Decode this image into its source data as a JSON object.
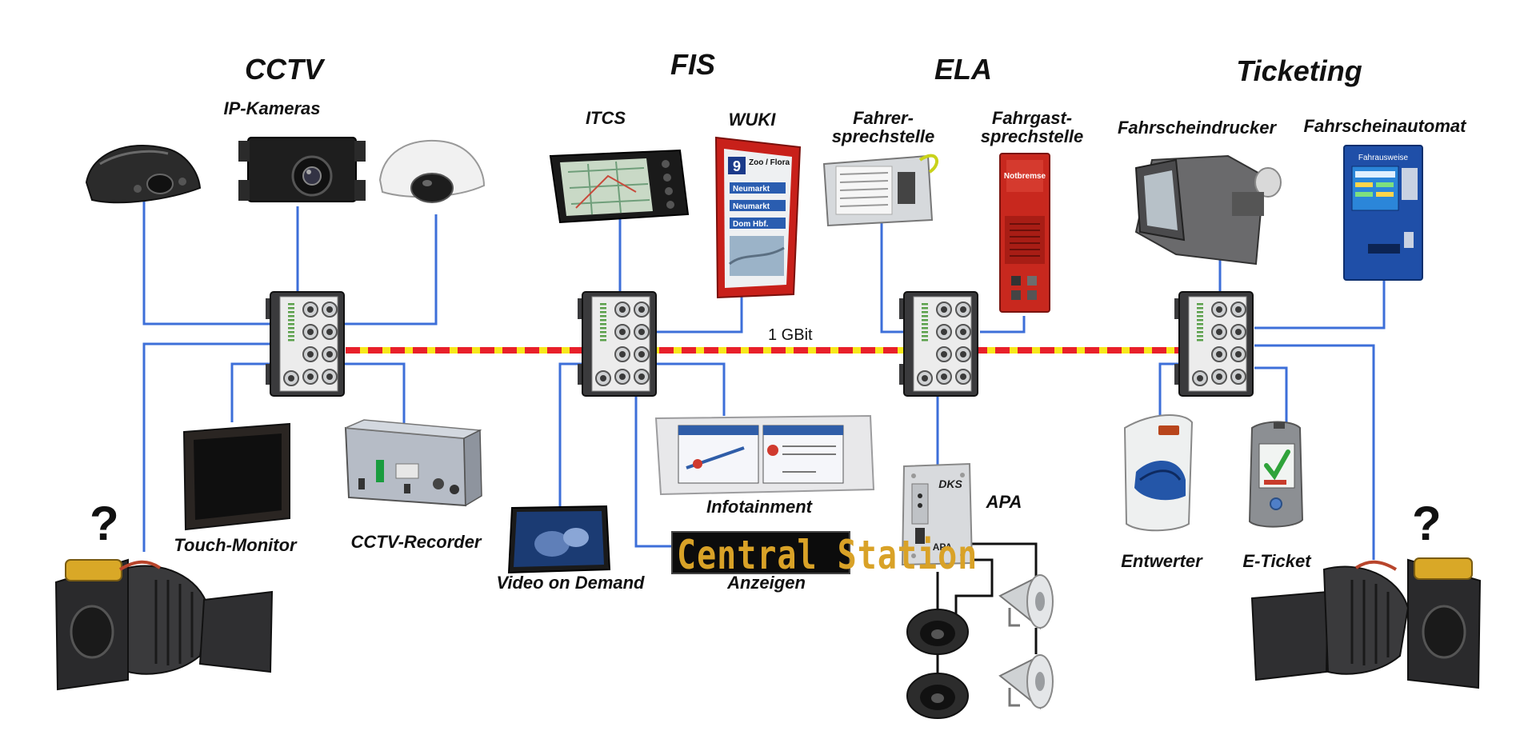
{
  "groups": [
    {
      "id": "cctv",
      "title": "CCTV"
    },
    {
      "id": "fis",
      "title": "FIS"
    },
    {
      "id": "ela",
      "title": "ELA"
    },
    {
      "id": "ticketing",
      "title": "Ticketing"
    }
  ],
  "labels": {
    "ip_kameras": "IP-Kameras",
    "itcs": "ITCS",
    "wuki": "WUKI",
    "fahrersprechstelle": "Fahrer-sprechstelle",
    "fahrgastsprechstelle": "Fahrgast-sprechstelle",
    "fahrscheindrucker": "Fahrscheindrucker",
    "fahrscheinautomat": "Fahrscheinautomat",
    "touch_monitor": "Touch-Monitor",
    "cctv_recorder": "CCTV-Recorder",
    "video_on_demand": "Video on Demand",
    "infotainment": "Infotainment",
    "anzeigen": "Anzeigen",
    "apa": "APA",
    "entwerter": "Entwerter",
    "e_ticket": "E-Ticket"
  },
  "backbone": {
    "label": "1 GBit",
    "colors": [
      "#e8202a",
      "#f7e81c"
    ]
  },
  "unknown_mark": "?",
  "device_text": {
    "led_sign": "Central Station",
    "wuki_route": "9",
    "wuki_dest": "Zoo / Flora",
    "wuki_stops": [
      "Neumarkt",
      "Neumarkt",
      "Dom Hbf."
    ],
    "notbremse": "Notbremse",
    "apa_brand": "DKS",
    "apa_label": "APA",
    "fahrausweise": "Fahrausweise"
  },
  "colors": {
    "link": "#3d6fd9",
    "switch_body": "#3a3a3c",
    "switch_face": "#ececec",
    "device_dark": "#2a2a2a",
    "red_device": "#c8281e",
    "blue_device": "#1f4fa8"
  }
}
